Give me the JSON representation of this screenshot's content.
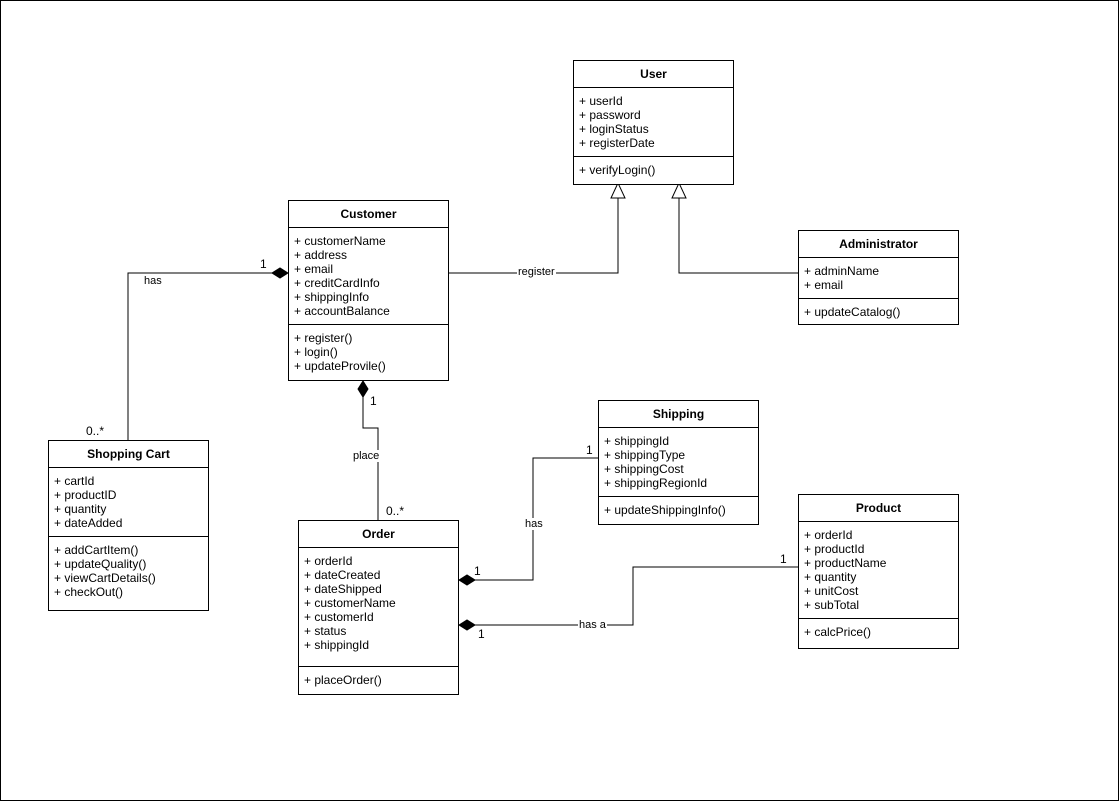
{
  "classes": {
    "user": {
      "name": "User",
      "attributes": [
        "+ userId",
        "+ password",
        "+ loginStatus",
        "+ registerDate"
      ],
      "methods": [
        "+ verifyLogin()"
      ]
    },
    "customer": {
      "name": "Customer",
      "attributes": [
        "+ customerName",
        "+ address",
        "+ email",
        "+ creditCardInfo",
        "+ shippingInfo",
        "+ accountBalance"
      ],
      "methods": [
        "+ register()",
        "+ login()",
        "+ updateProvile()"
      ]
    },
    "administrator": {
      "name": "Administrator",
      "attributes": [
        "+ adminName",
        "+ email"
      ],
      "methods": [
        "+ updateCatalog()"
      ]
    },
    "shopping_cart": {
      "name": "Shopping Cart",
      "attributes": [
        "+ cartId",
        "+ productID",
        "+ quantity",
        "+ dateAdded"
      ],
      "methods": [
        "+ addCartItem()",
        "+ updateQuality()",
        "+ viewCartDetails()",
        "+ checkOut()"
      ]
    },
    "order": {
      "name": "Order",
      "attributes": [
        "+ orderId",
        "+ dateCreated",
        "+ dateShipped",
        "+ customerName",
        "+ customerId",
        "+ status",
        "+ shippingId"
      ],
      "methods": [
        "+ placeOrder()"
      ]
    },
    "shipping": {
      "name": "Shipping",
      "attributes": [
        "+ shippingId",
        "+ shippingType",
        "+ shippingCost",
        "+ shippingRegionId"
      ],
      "methods": [
        "+ updateShippingInfo()"
      ]
    },
    "product": {
      "name": "Product",
      "attributes": [
        "+ orderId",
        "+ productId",
        "+ productName",
        "+ quantity",
        "+ unitCost",
        "+ subTotal"
      ],
      "methods": [
        "+ calcPrice()"
      ]
    }
  },
  "relations": {
    "customer_user": {
      "label": "register"
    },
    "customer_cart": {
      "label": "has",
      "mult_customer": "1",
      "mult_cart": "0..*"
    },
    "customer_order": {
      "label": "place",
      "mult_customer": "1",
      "mult_order": "0..*"
    },
    "order_shipping": {
      "label": "has",
      "mult_order": "1",
      "mult_shipping": "1"
    },
    "order_product": {
      "label": "has a",
      "mult_order": "1",
      "mult_product": "1"
    }
  }
}
